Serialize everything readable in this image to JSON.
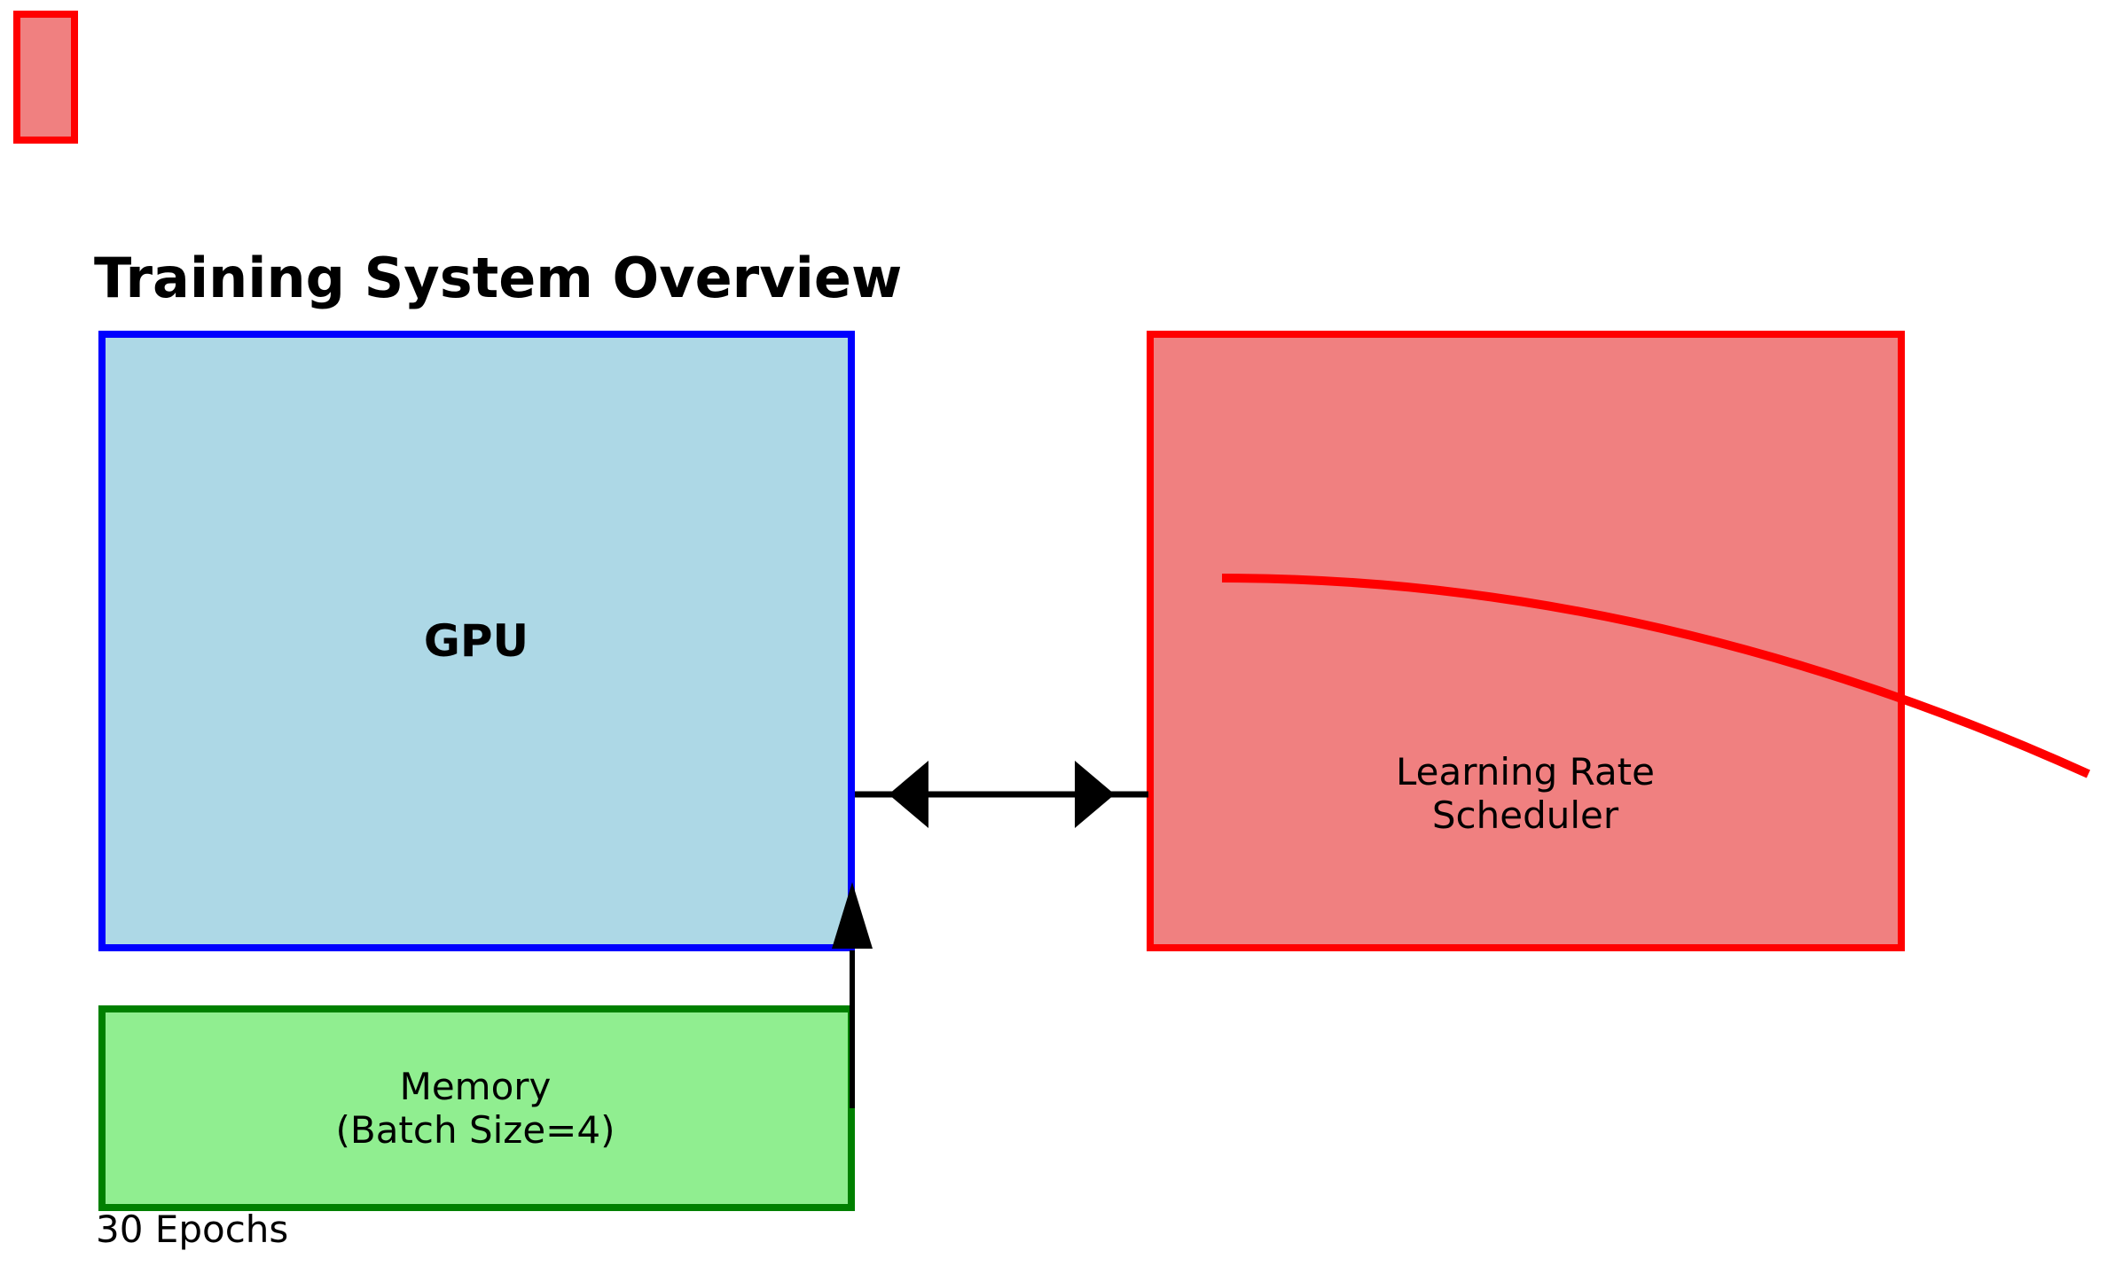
{
  "figure": {
    "title": "Training System Overview",
    "footnote": "30 Epochs"
  },
  "nodes": {
    "gpu": {
      "label": "GPU"
    },
    "scheduler": {
      "label_line1": "Learning Rate",
      "label_line2": "Scheduler"
    },
    "memory": {
      "label_line1": "Memory",
      "label_line2": "(Batch Size=4)"
    }
  },
  "connectors": {
    "gpu_scheduler_link": "bidirectional-arrow",
    "memory_gpu_link": "up-arrow",
    "scheduler_curve": "lr-decay-curve"
  },
  "colors": {
    "background": "#ffffff",
    "text": "#000000",
    "gpu_fill": "#add8e6",
    "gpu_border": "#0000ff",
    "scheduler_fill": "#f08080",
    "scheduler_border": "#ff0000",
    "memory_fill": "#90ee90",
    "memory_border": "#008000",
    "corner_fill": "#f08080",
    "corner_border": "#ff0000",
    "arrow": "#000000",
    "curve": "#ff0000"
  }
}
